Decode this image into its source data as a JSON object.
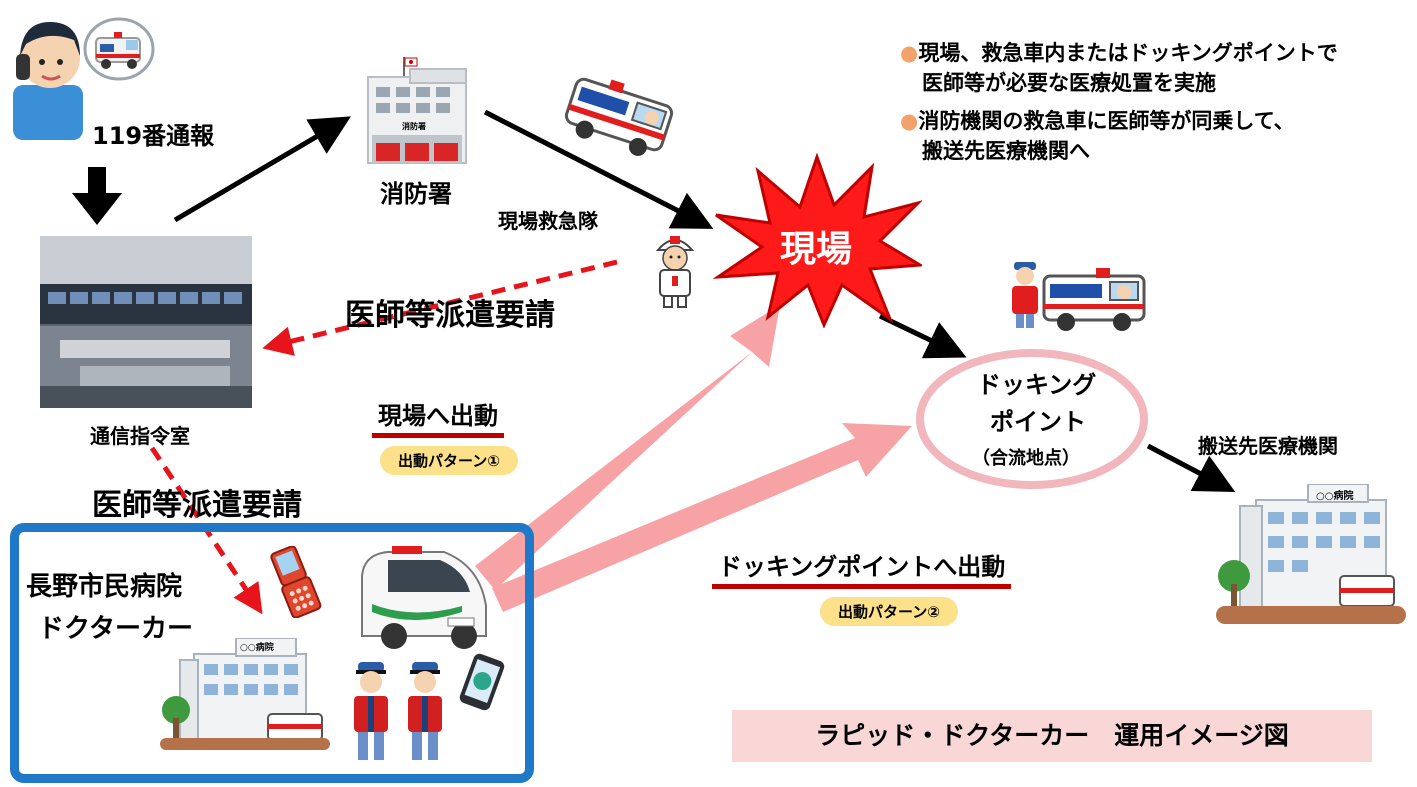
{
  "nodes": {
    "caller": "119番通報",
    "dispatch": "通信指令室",
    "fire_station": "消防署",
    "fire_station_sign": "消防署",
    "rescue_team": "現場救急隊",
    "scene": "現場",
    "docking_line1": "ドッキング",
    "docking_line2": "ポイント",
    "docking_line3": "（合流地点）",
    "destination": "搬送先医療機関",
    "hospital_line1": "長野市民病院",
    "hospital_line2": "ドクターカー",
    "hospital_sign": "○○病院",
    "dest_hospital_sign": "○○病院"
  },
  "edges": {
    "request1": "医師等派遣要請",
    "request2": "医師等派遣要請",
    "to_scene": "現場へ出動",
    "pattern1": "出動パターン①",
    "to_docking": "ドッキングポイントへ出動",
    "pattern2": "出動パターン②"
  },
  "bullets": [
    {
      "line1": "現場、救急車内またはドッキングポイントで",
      "line2": "医師等が必要な医療処置を実施"
    },
    {
      "line1": "消防機関の救急車に医師等が同乗して、",
      "line2": "搬送先医療機関へ"
    }
  ],
  "caption": "ラピッド・ドクターカー　運用イメージ図",
  "colors": {
    "hospital_border": "#1f78c8",
    "underline": "#c00000",
    "pill": "#fde08a",
    "pink_arrow": "#f7a3a6",
    "red_dash": "#e8141b",
    "scene_burst": "#ff1a1a",
    "docking_ring": "#f2b6bd",
    "caption_bg": "#f8d7d6",
    "bullet_dot": "#f2a36b"
  },
  "icons": [
    "phone-caller-icon",
    "ambulance-icon",
    "fire-station-icon",
    "paramedic-icon",
    "control-room-photo",
    "hospital-icon",
    "doctor-car-icon",
    "doctor-icon",
    "smartphone-icon",
    "flip-phone-icon"
  ]
}
